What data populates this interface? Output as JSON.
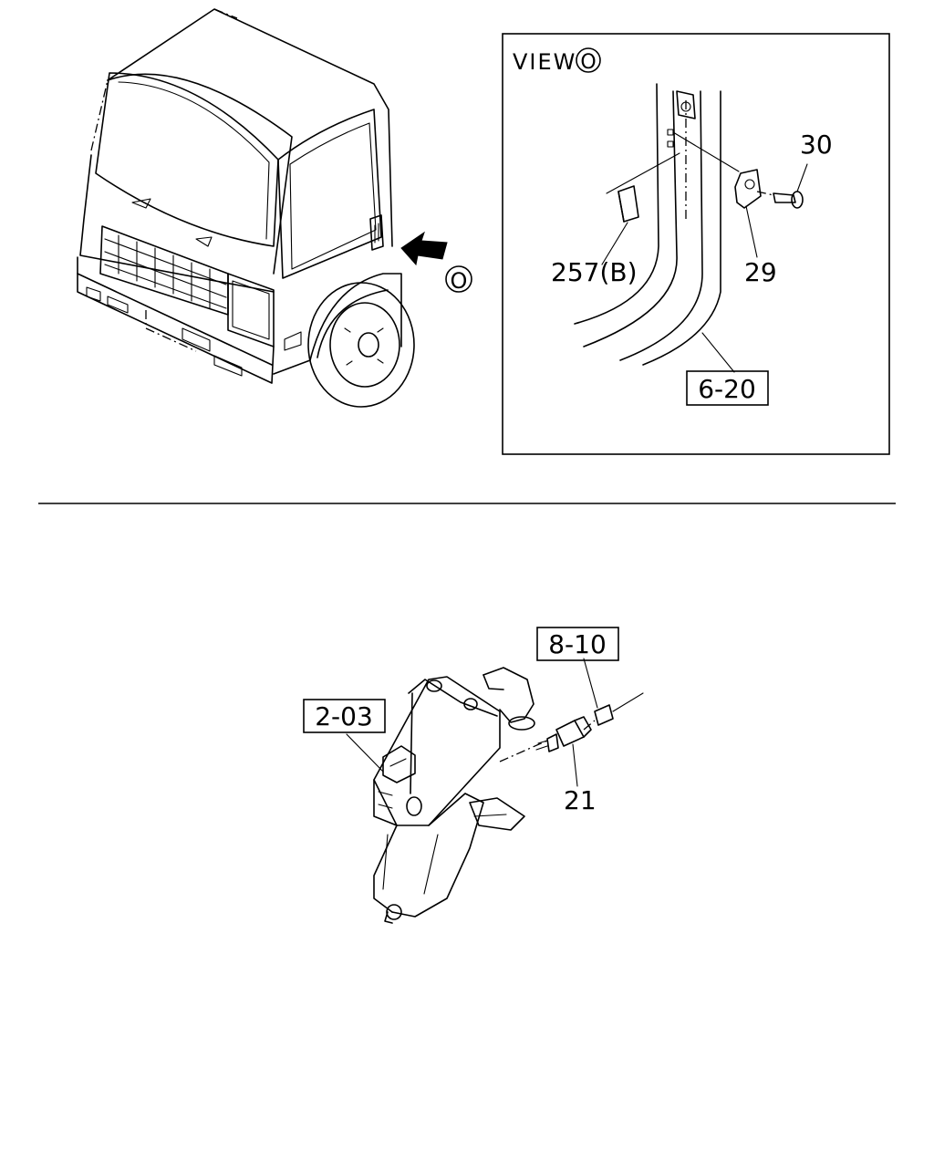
{
  "view_label": {
    "prefix": "VIEW",
    "marker": "O"
  },
  "cab_arrow_marker": "O",
  "callouts": {
    "c30": "30",
    "c257b": "257(B)",
    "c29": "29",
    "c21": "21"
  },
  "refs": {
    "r620": "6-20",
    "r810": "8-10",
    "r203": "2-03"
  }
}
